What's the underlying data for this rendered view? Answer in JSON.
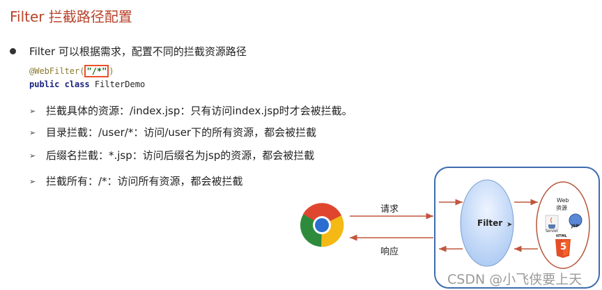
{
  "title": "Filter 拦截路径配置",
  "bullet": "Filter 可以根据需求，配置不同的拦截资源路径",
  "code": {
    "annotation_open": "@WebFilter(",
    "annotation_value": "\"/*\"",
    "annotation_close": ")",
    "keywords": "public class",
    "class_name": " FilterDemo"
  },
  "items": [
    "拦截具体的资源：/index.jsp：只有访问index.jsp时才会被拦截。",
    "目录拦截：/user/*：访问/user下的所有资源，都会被拦截",
    "后缀名拦截：*.jsp：访问后缀名为jsp的资源，都会被拦截",
    "拦截所有：/*：访问所有资源，都会被拦截"
  ],
  "arrow_glyph": "➢",
  "diagram": {
    "request": "请求",
    "response": "响应",
    "filter": "Filter",
    "web": "Web",
    "resources": "资源",
    "servlet": "Servlet",
    "jsp": "JSP",
    "html": "HTML",
    "html5": "5"
  },
  "watermark": "CSDN @小飞侠要上天"
}
